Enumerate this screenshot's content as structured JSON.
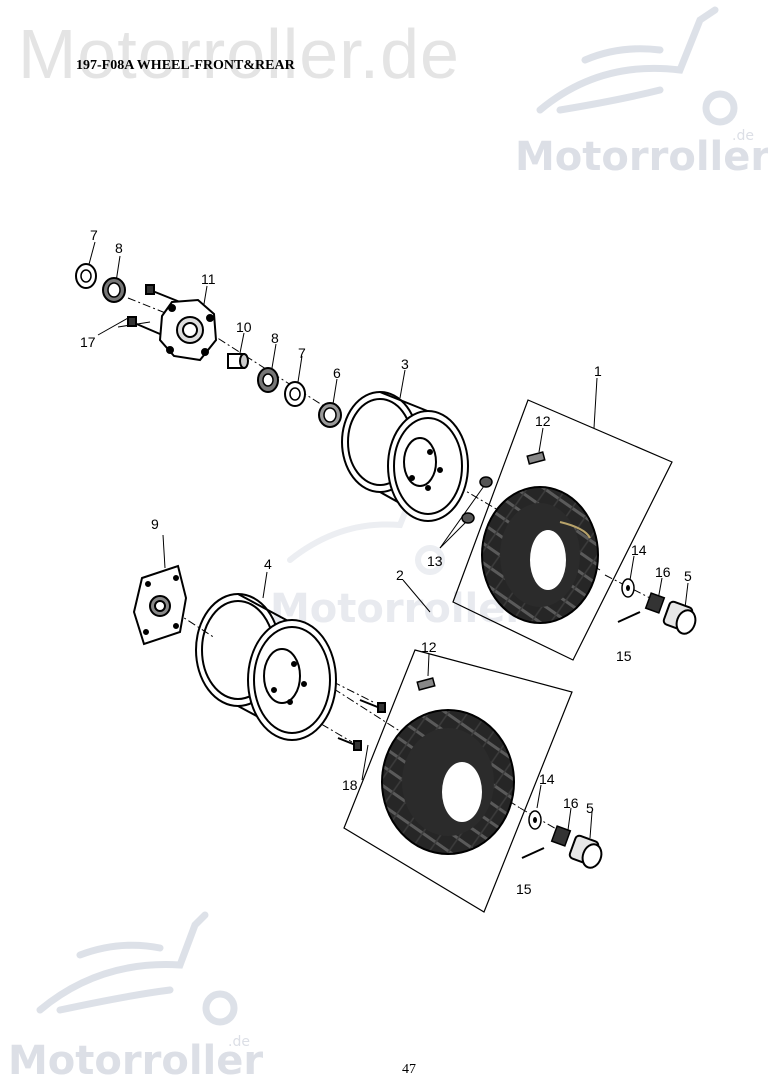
{
  "watermark": {
    "site": "Motorroller.de",
    "brand": "Motorroller",
    "suffix": ".de"
  },
  "title": "197-F08A WHEEL-FRONT&REAR",
  "page_number": "47",
  "callouts": {
    "c1": "1",
    "c2": "2",
    "c3": "3",
    "c4": "4",
    "c5a": "5",
    "c5b": "5",
    "c6": "6",
    "c7a": "7",
    "c7b": "7",
    "c8a": "8",
    "c8b": "8",
    "c9": "9",
    "c10": "10",
    "c11": "11",
    "c12a": "12",
    "c12b": "12",
    "c13": "13",
    "c14a": "14",
    "c14b": "14",
    "c15a": "15",
    "c15b": "15",
    "c16a": "16",
    "c16b": "16",
    "c17": "17",
    "c18": "18"
  },
  "icons": {
    "tire": "tire-icon",
    "rim": "rim-icon",
    "hub": "hub-icon",
    "bearing": "bearing-icon",
    "cap": "hub-cap-icon",
    "scooter": "scooter-logo-icon"
  }
}
